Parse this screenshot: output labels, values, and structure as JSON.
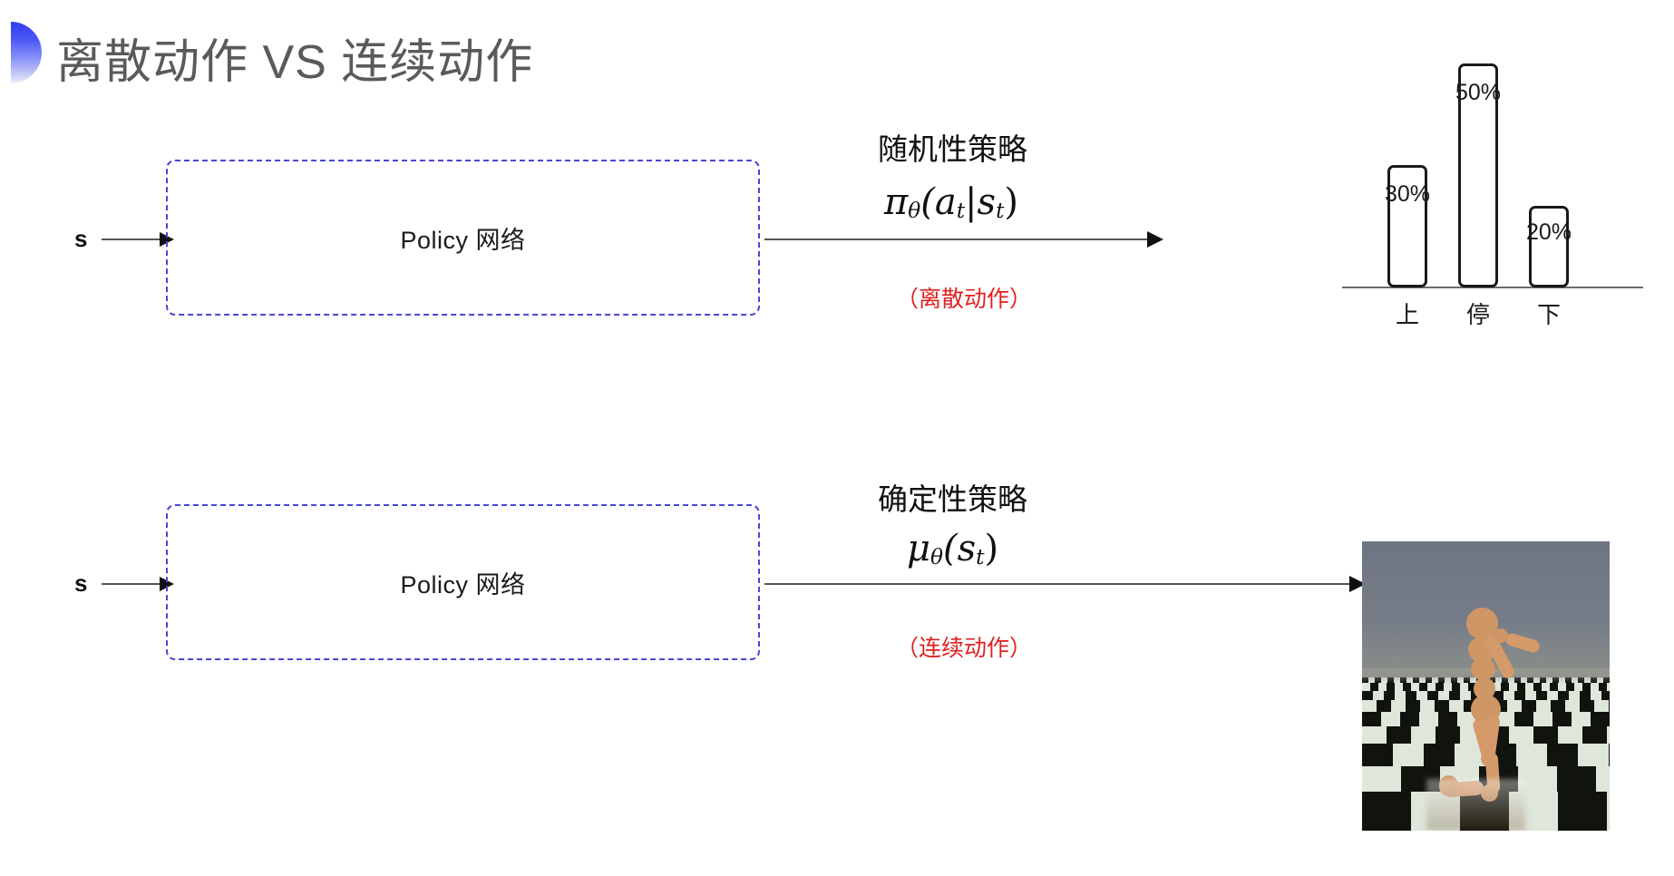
{
  "slide": {
    "title": "离散动作 VS 连续动作",
    "accent_color": "#3b46ef",
    "title_color": "#5a5a5a",
    "background": "#ffffff"
  },
  "rows": [
    {
      "id": "discrete",
      "input_label": "s",
      "box_label": "Policy 网络",
      "policy_title": "随机性策略",
      "formula_main": "π",
      "formula_sub": "θ",
      "formula_rest": "(a",
      "formula_rest_sub": "t",
      "formula_pipe": "|s",
      "formula_rest_sub2": "t",
      "formula_close": ")",
      "formula_plain": "π_θ(a_t|s_t)",
      "action_note": "（离散动作）",
      "action_note_color": "#e02020"
    },
    {
      "id": "continuous",
      "input_label": "s",
      "box_label": "Policy 网络",
      "policy_title": "确定性策略",
      "formula_main": "μ",
      "formula_sub": "θ",
      "formula_rest": "(s",
      "formula_rest_sub": "t",
      "formula_close": ")",
      "formula_plain": "μ_θ(s_t)",
      "action_note": "（连续动作）",
      "action_note_color": "#e02020"
    }
  ],
  "chart_data": {
    "type": "bar",
    "title": "",
    "xlabel": "",
    "ylabel": "",
    "categories": [
      "上",
      "停",
      "下"
    ],
    "values": [
      30,
      50,
      20
    ],
    "value_labels": [
      "30%",
      "50%",
      "20%"
    ],
    "ylim": [
      0,
      60
    ],
    "grid": false,
    "legend": "none",
    "bar_style": "outlined-rounded",
    "bar_outline_color": "#1a1a1a",
    "bar_fill_color": "#ffffff",
    "axis_color": "#6b6b6b"
  },
  "media": {
    "humanoid": {
      "caption": "",
      "description": "MuJoCo humanoid kneeling on checkerboard floor",
      "sky_color": "#6e7582",
      "floor_light": "#e2e9dd",
      "floor_dark": "#0d0d0d",
      "body_color": "#d49a6a"
    }
  }
}
